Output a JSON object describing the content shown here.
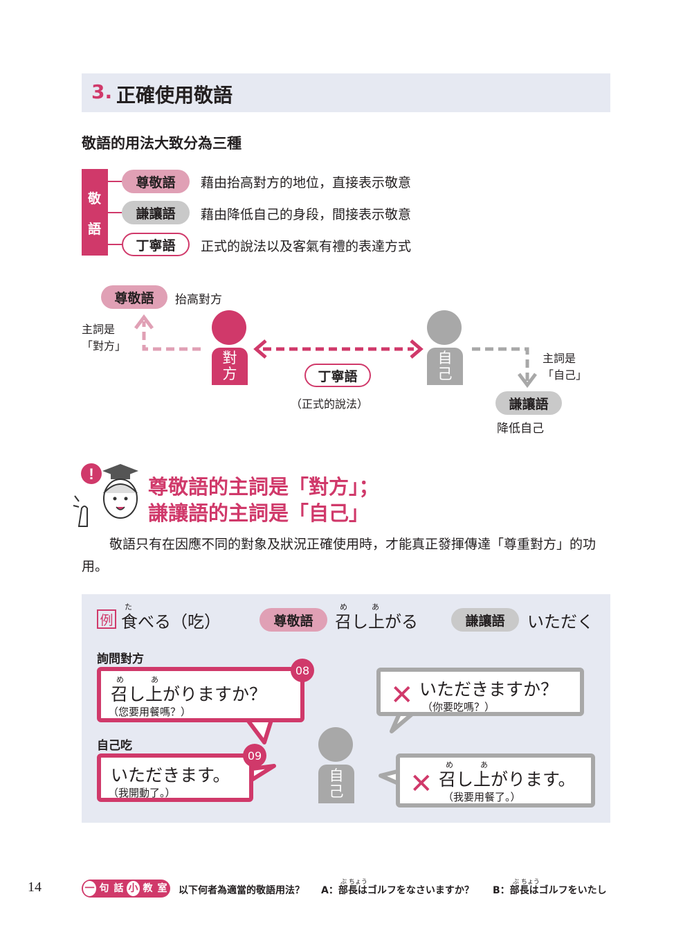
{
  "section": {
    "number": "3.",
    "title": "正確使用敬語"
  },
  "subtitle": "敬語的用法大致分為三種",
  "keigo": {
    "side_label_1": "敬",
    "side_label_2": "語",
    "rows": [
      {
        "term": "尊敬語",
        "desc": "藉由抬高對方的地位，直接表示敬意"
      },
      {
        "term": "謙讓語",
        "desc": "藉由降低自己的身段，間接表示敬意"
      },
      {
        "term": "丁寧語",
        "desc": "正式的說法以及客氣有禮的表達方式"
      }
    ]
  },
  "diagram": {
    "sonkei": "尊敬語",
    "sonkei_desc": "抬高對方",
    "subject_left_1": "主詞是",
    "subject_left_2": "「對方」",
    "person_left_1": "對",
    "person_left_2": "方",
    "teinei": "丁寧語",
    "teinei_desc": "（正式的說法）",
    "person_right_1": "自",
    "person_right_2": "己",
    "subject_right_1": "主詞是",
    "subject_right_2": "「自己」",
    "kenjo": "謙讓語",
    "kenjo_desc": "降低自己"
  },
  "tip": {
    "line1": "尊敬語的主詞是「對方」；",
    "line2": "謙讓語的主詞是「自己」",
    "body": "敬語只有在因應不同的對象及狀況正確使用時，才能真正發揮傳達「尊重對方」的功用。"
  },
  "example": {
    "rei": "例",
    "word": "食べる（吃）",
    "word_furi": "た",
    "sonkei_label": "尊敬語",
    "sonkei_word": "召し上がる",
    "sonkei_furi_1": "め",
    "sonkei_furi_2": "あ",
    "kenjo_label": "謙讓語",
    "kenjo_word": "いただく",
    "ask_label": "詢問對方",
    "self_label": "自己吃",
    "b1": {
      "num": "08",
      "jp": "召し上がりますか？",
      "furi1": "め",
      "furi2": "あ",
      "zh": "（您要用餐嗎？）"
    },
    "b2": {
      "num": "09",
      "jp": "いただきます。",
      "zh": "（我開動了。）"
    },
    "b3": {
      "x": "✕",
      "jp": "いただきますか？",
      "zh": "（你要吃嗎？）"
    },
    "b4": {
      "x": "✕",
      "jp": "召し上がります。",
      "furi1": "め",
      "furi2": "あ",
      "zh": "（我要用餐了。）"
    },
    "person_1": "自",
    "person_2": "己"
  },
  "footer": {
    "page": "14",
    "badge": [
      "一",
      "句",
      "話",
      "小",
      "教",
      "室"
    ],
    "question": "以下何者為適當的敬語用法？",
    "option_a": "A：部長はゴルフをなさいますか？",
    "option_b": "B：部長はゴルフをいたし",
    "furi_a": "ぶ ちょう",
    "furi_b": "ぶ ちょう"
  },
  "colors": {
    "accent": "#d0396a",
    "pink_light": "#e0a0b5",
    "gray": "#a8a8a8",
    "panel": "#e6e9f2"
  }
}
